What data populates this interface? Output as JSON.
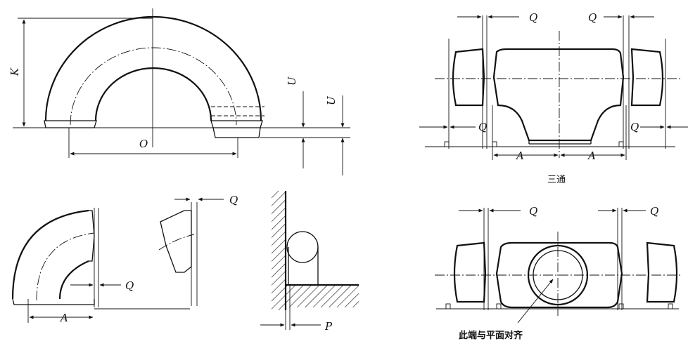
{
  "labels": {
    "K": "K",
    "U": "U",
    "O": "O",
    "Q": "Q",
    "A": "A",
    "P": "P"
  },
  "captions": {
    "tee": "三通",
    "cross_note": "此端与平面对齐"
  }
}
